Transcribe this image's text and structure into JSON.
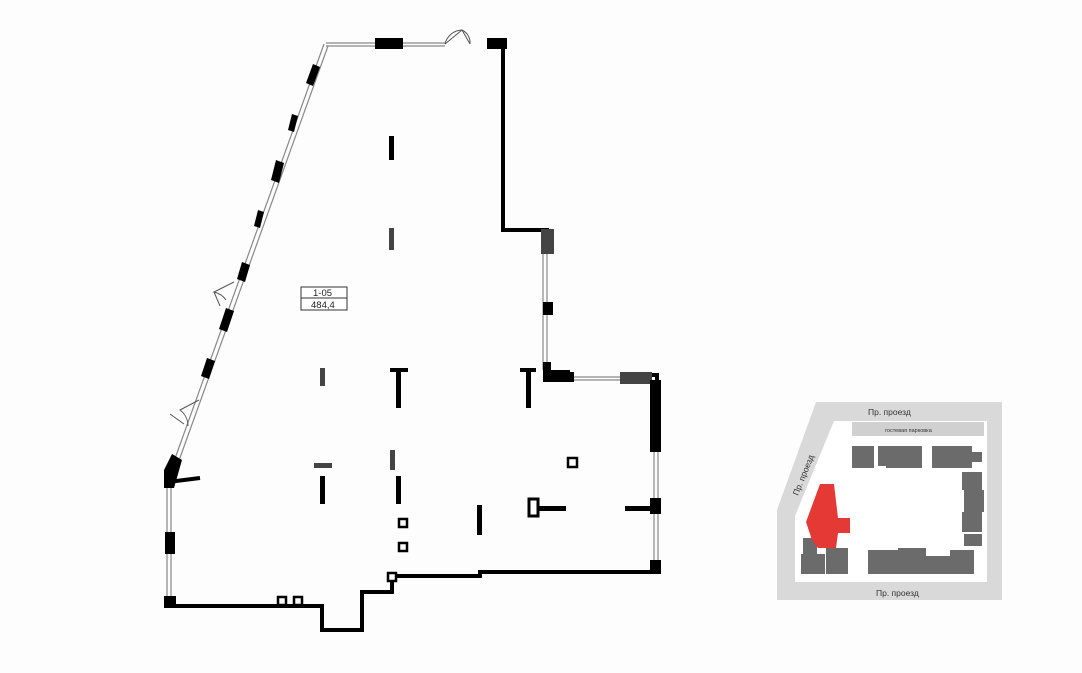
{
  "unit": {
    "number": "1-05",
    "area": "484,4"
  },
  "site_plan": {
    "road_top": "Пр. проезд",
    "road_left": "Пр. проезд",
    "road_bottom": "Пр. проезд",
    "parking": "гостевая парковка",
    "highlight_color": "#e53935",
    "road_color": "#d9d9d9"
  }
}
